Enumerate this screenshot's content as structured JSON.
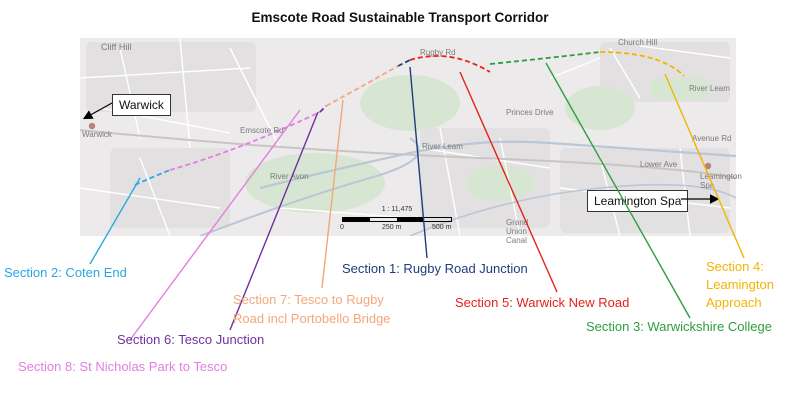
{
  "title": "Emscote Road Sustainable Transport Corridor",
  "map_labels": {
    "cliff_hill": "Cliff Hill",
    "warwick_small": "Warwick",
    "river_leam_1": "River Leam",
    "river_leam_2": "River Leam",
    "river_avon": "River Avon",
    "grand_union": "Grand Union Canal",
    "leamington_small": "Leamington Spa",
    "church_hill": "Church Hill",
    "rugby_rd": "Rugby Rd",
    "emscote_rd": "Emscote Rd",
    "princes_drive": "Princes Drive",
    "avenue_rd": "Avenue Rd",
    "lower_ave": "Lower Ave"
  },
  "callouts": {
    "warwick": "Warwick",
    "leamington": "Leamington Spa"
  },
  "scale": {
    "ratio": "1 : 11,475",
    "tick0": "0",
    "tick1": "250 m",
    "tick2": "500 m"
  },
  "sections": {
    "s1": {
      "label": "Section 1: Rugby Road Junction",
      "color": "#1f3d7a"
    },
    "s2": {
      "label": "Section 2: Coten End",
      "color": "#29a8e0"
    },
    "s3": {
      "label": "Section 3: Warwickshire College",
      "color": "#2e9e3e"
    },
    "s4": {
      "line1": "Section 4:",
      "line2": "Leamington",
      "line3": "Approach",
      "color": "#f2b500"
    },
    "s5": {
      "label": "Section 5: Warwick New Road",
      "color": "#e3231b"
    },
    "s6": {
      "label": "Section 6: Tesco Junction",
      "color": "#7030a0"
    },
    "s7": {
      "line1": "Section 7: Tesco to Rugby",
      "line2": "Road incl Portobello Bridge",
      "color": "#f4a77a"
    },
    "s8": {
      "label": "Section 8: St Nicholas Park to Tesco",
      "color": "#e17fe0"
    }
  }
}
